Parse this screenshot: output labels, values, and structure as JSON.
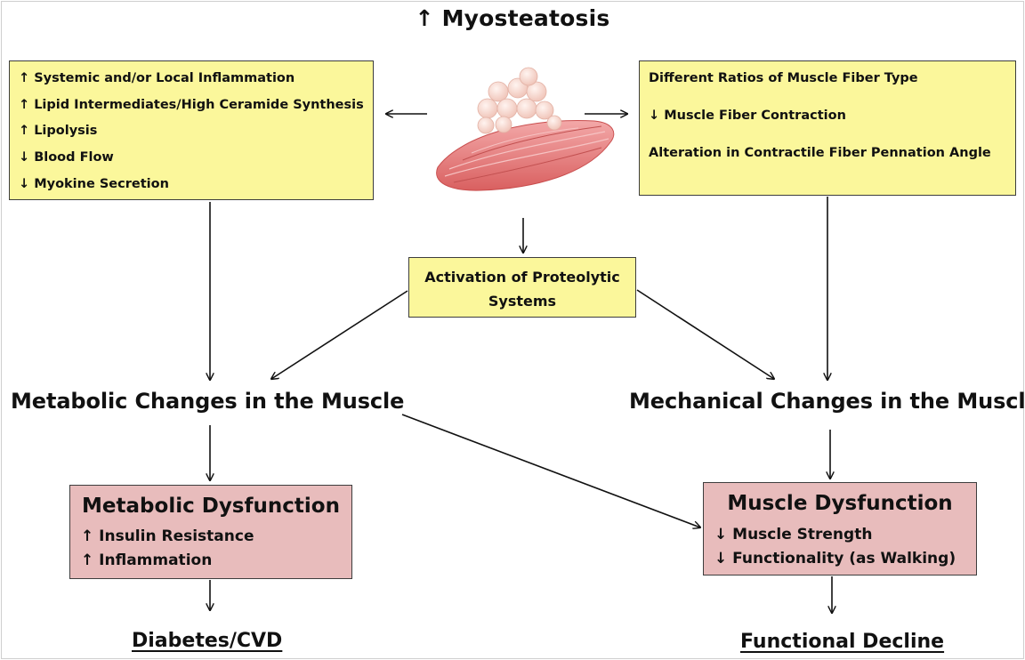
{
  "title": "↑ Myosteatosis",
  "left_box": {
    "items": [
      "↑ Systemic and/or Local Inflammation",
      "↑ Lipid Intermediates/High Ceramide Synthesis",
      "↑ Lipolysis",
      "↓ Blood Flow",
      "↓ Myokine Secretion"
    ]
  },
  "right_box": {
    "items": [
      "Different Ratios of Muscle Fiber Type",
      "↓ Muscle Fiber Contraction",
      "Alteration in Contractile Fiber Pennation Angle"
    ]
  },
  "center_box": {
    "line1": "Activation of Proteolytic",
    "line2": "Systems"
  },
  "metabolic_changes": "Metabolic Changes in the Muscle",
  "mechanical_changes": "Mechanical Changes in the Muscle",
  "metabolic_dysfunction": {
    "title": "Metabolic Dysfunction",
    "items": [
      "↑ Insulin Resistance",
      "↑ Inflammation"
    ]
  },
  "muscle_dysfunction": {
    "title": "Muscle Dysfunction",
    "items": [
      "↓ Muscle Strength",
      "↓ Functionality (as Walking)"
    ]
  },
  "outcome_left": "Diabetes/CVD",
  "outcome_right": "Functional Decline",
  "colors": {
    "yellow_box": "#fbf79b",
    "pink_box": "#e8bcbc",
    "muscle": "#e47f7f",
    "fat": "#f7d6cf"
  }
}
